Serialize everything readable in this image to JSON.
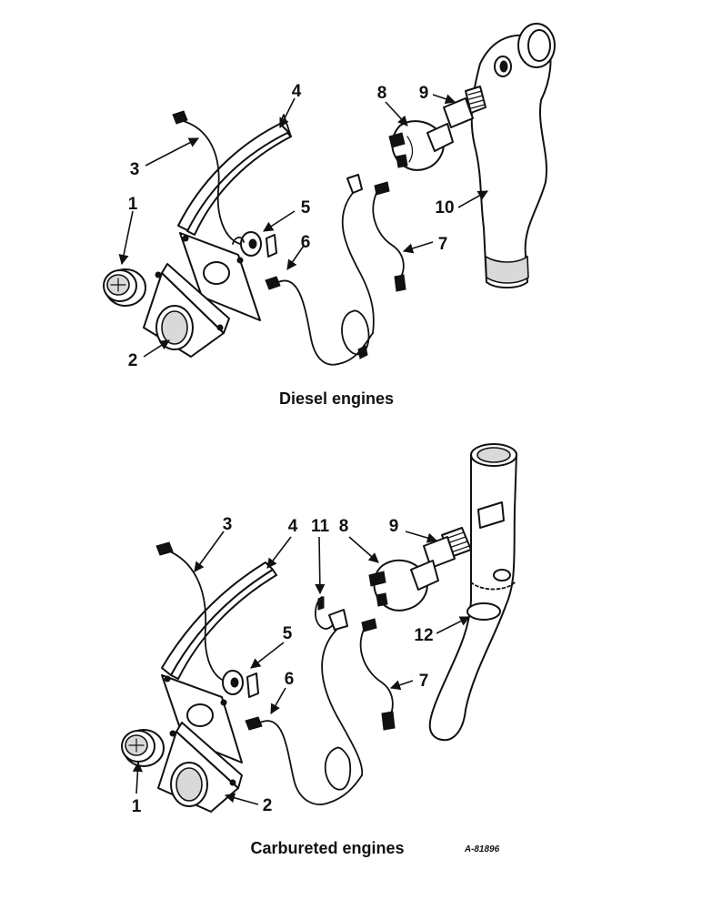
{
  "diagram": {
    "sections": [
      {
        "id": "diesel",
        "caption": "Diesel engines",
        "callouts": [
          "1",
          "2",
          "3",
          "4",
          "5",
          "6",
          "7",
          "8",
          "9",
          "10"
        ]
      },
      {
        "id": "carbureted",
        "caption": "Carbureted engines",
        "callouts": [
          "1",
          "2",
          "3",
          "4",
          "5",
          "6",
          "7",
          "8",
          "9",
          "11",
          "12"
        ]
      }
    ],
    "reference": "A-81896"
  }
}
